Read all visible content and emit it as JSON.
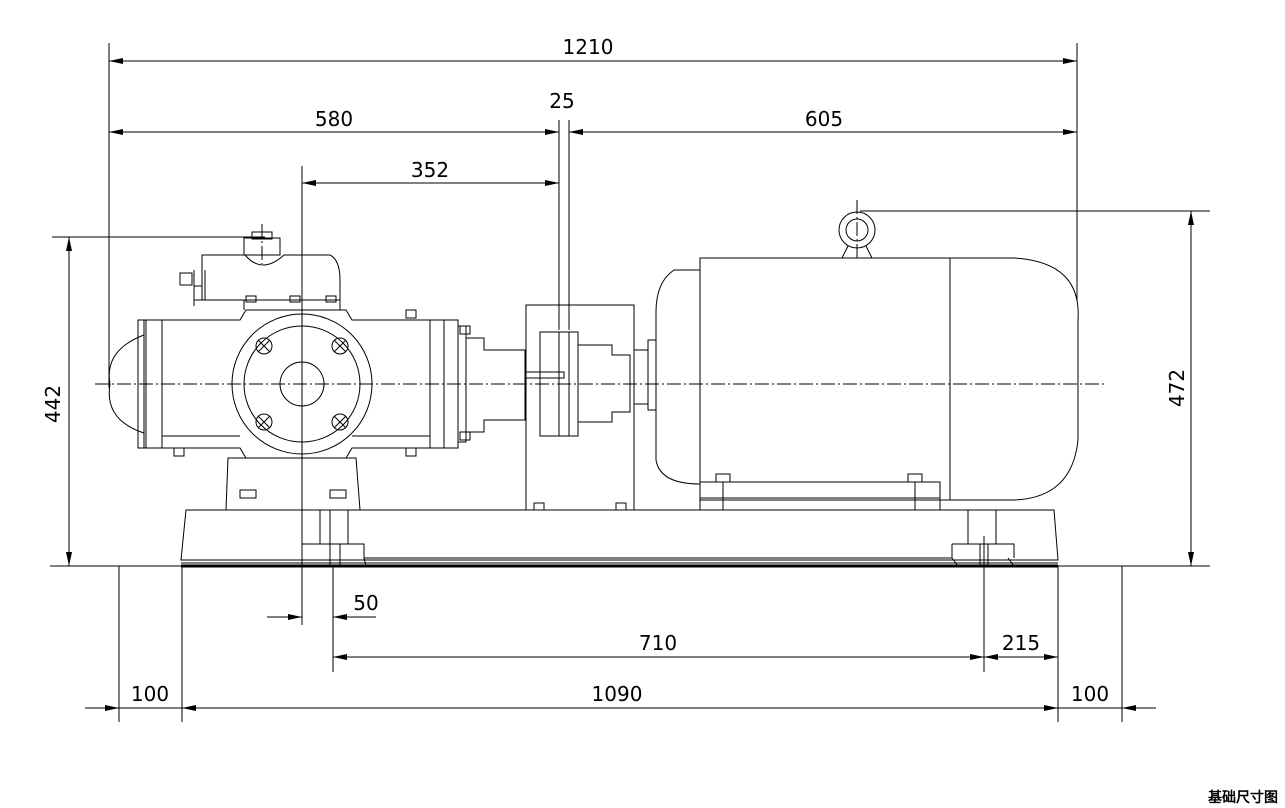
{
  "colors": {
    "line": "#000000",
    "background": "#ffffff"
  },
  "dimensions": {
    "overall_length": "1210",
    "pump_to_coupling": "580",
    "coupling_gap": "25",
    "coupling_to_motor_end": "605",
    "pump_axis_to_coupling": "352",
    "pump_height": "442",
    "motor_height": "472",
    "pump_axis_offset": "50",
    "bolt_spacing": "710",
    "motor_bolt_to_end": "215",
    "foundation_margin_left": "100",
    "base_length": "1090",
    "foundation_margin_right": "100"
  },
  "caption": "基础尺寸图"
}
